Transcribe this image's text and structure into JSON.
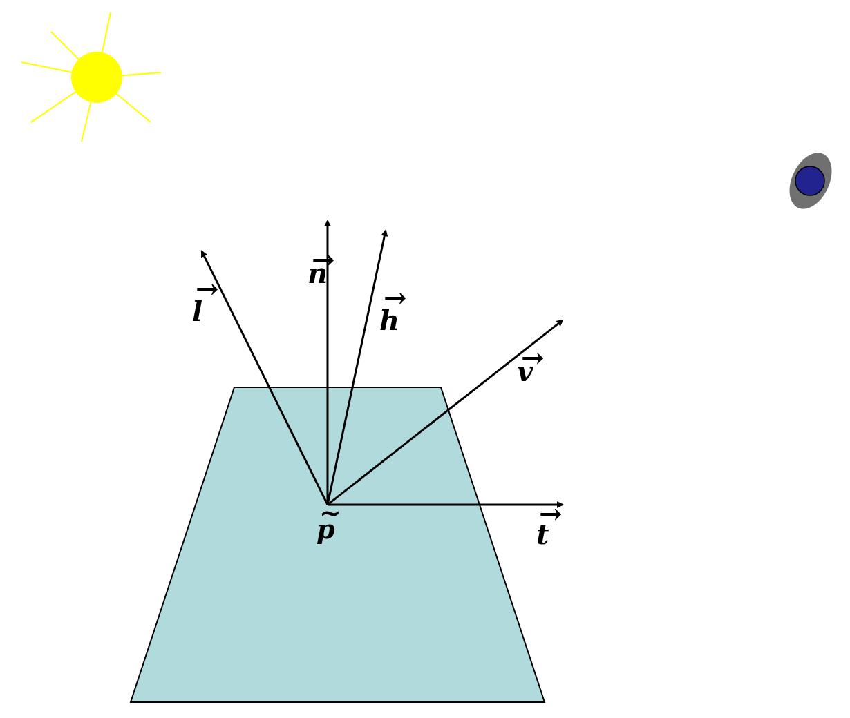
{
  "colors": {
    "background": "#ffffff",
    "surface_fill": "#b0dadc",
    "surface_stroke": "#000000",
    "vector_stroke": "#000000",
    "sun_fill": "#ffff00",
    "sun_rays": "#ffff00",
    "eye_outer": "#707070",
    "eye_pupil": "#232390"
  },
  "icons": {
    "light_source": "sun-icon",
    "viewer": "eye-icon"
  },
  "point": {
    "label": "p",
    "accent": "~"
  },
  "vectors": {
    "l": {
      "label": "l",
      "accent": "→"
    },
    "n": {
      "label": "n",
      "accent": "→"
    },
    "h": {
      "label": "h",
      "accent": "→"
    },
    "v": {
      "label": "v",
      "accent": "→"
    },
    "t": {
      "label": "t",
      "accent": "→"
    }
  }
}
